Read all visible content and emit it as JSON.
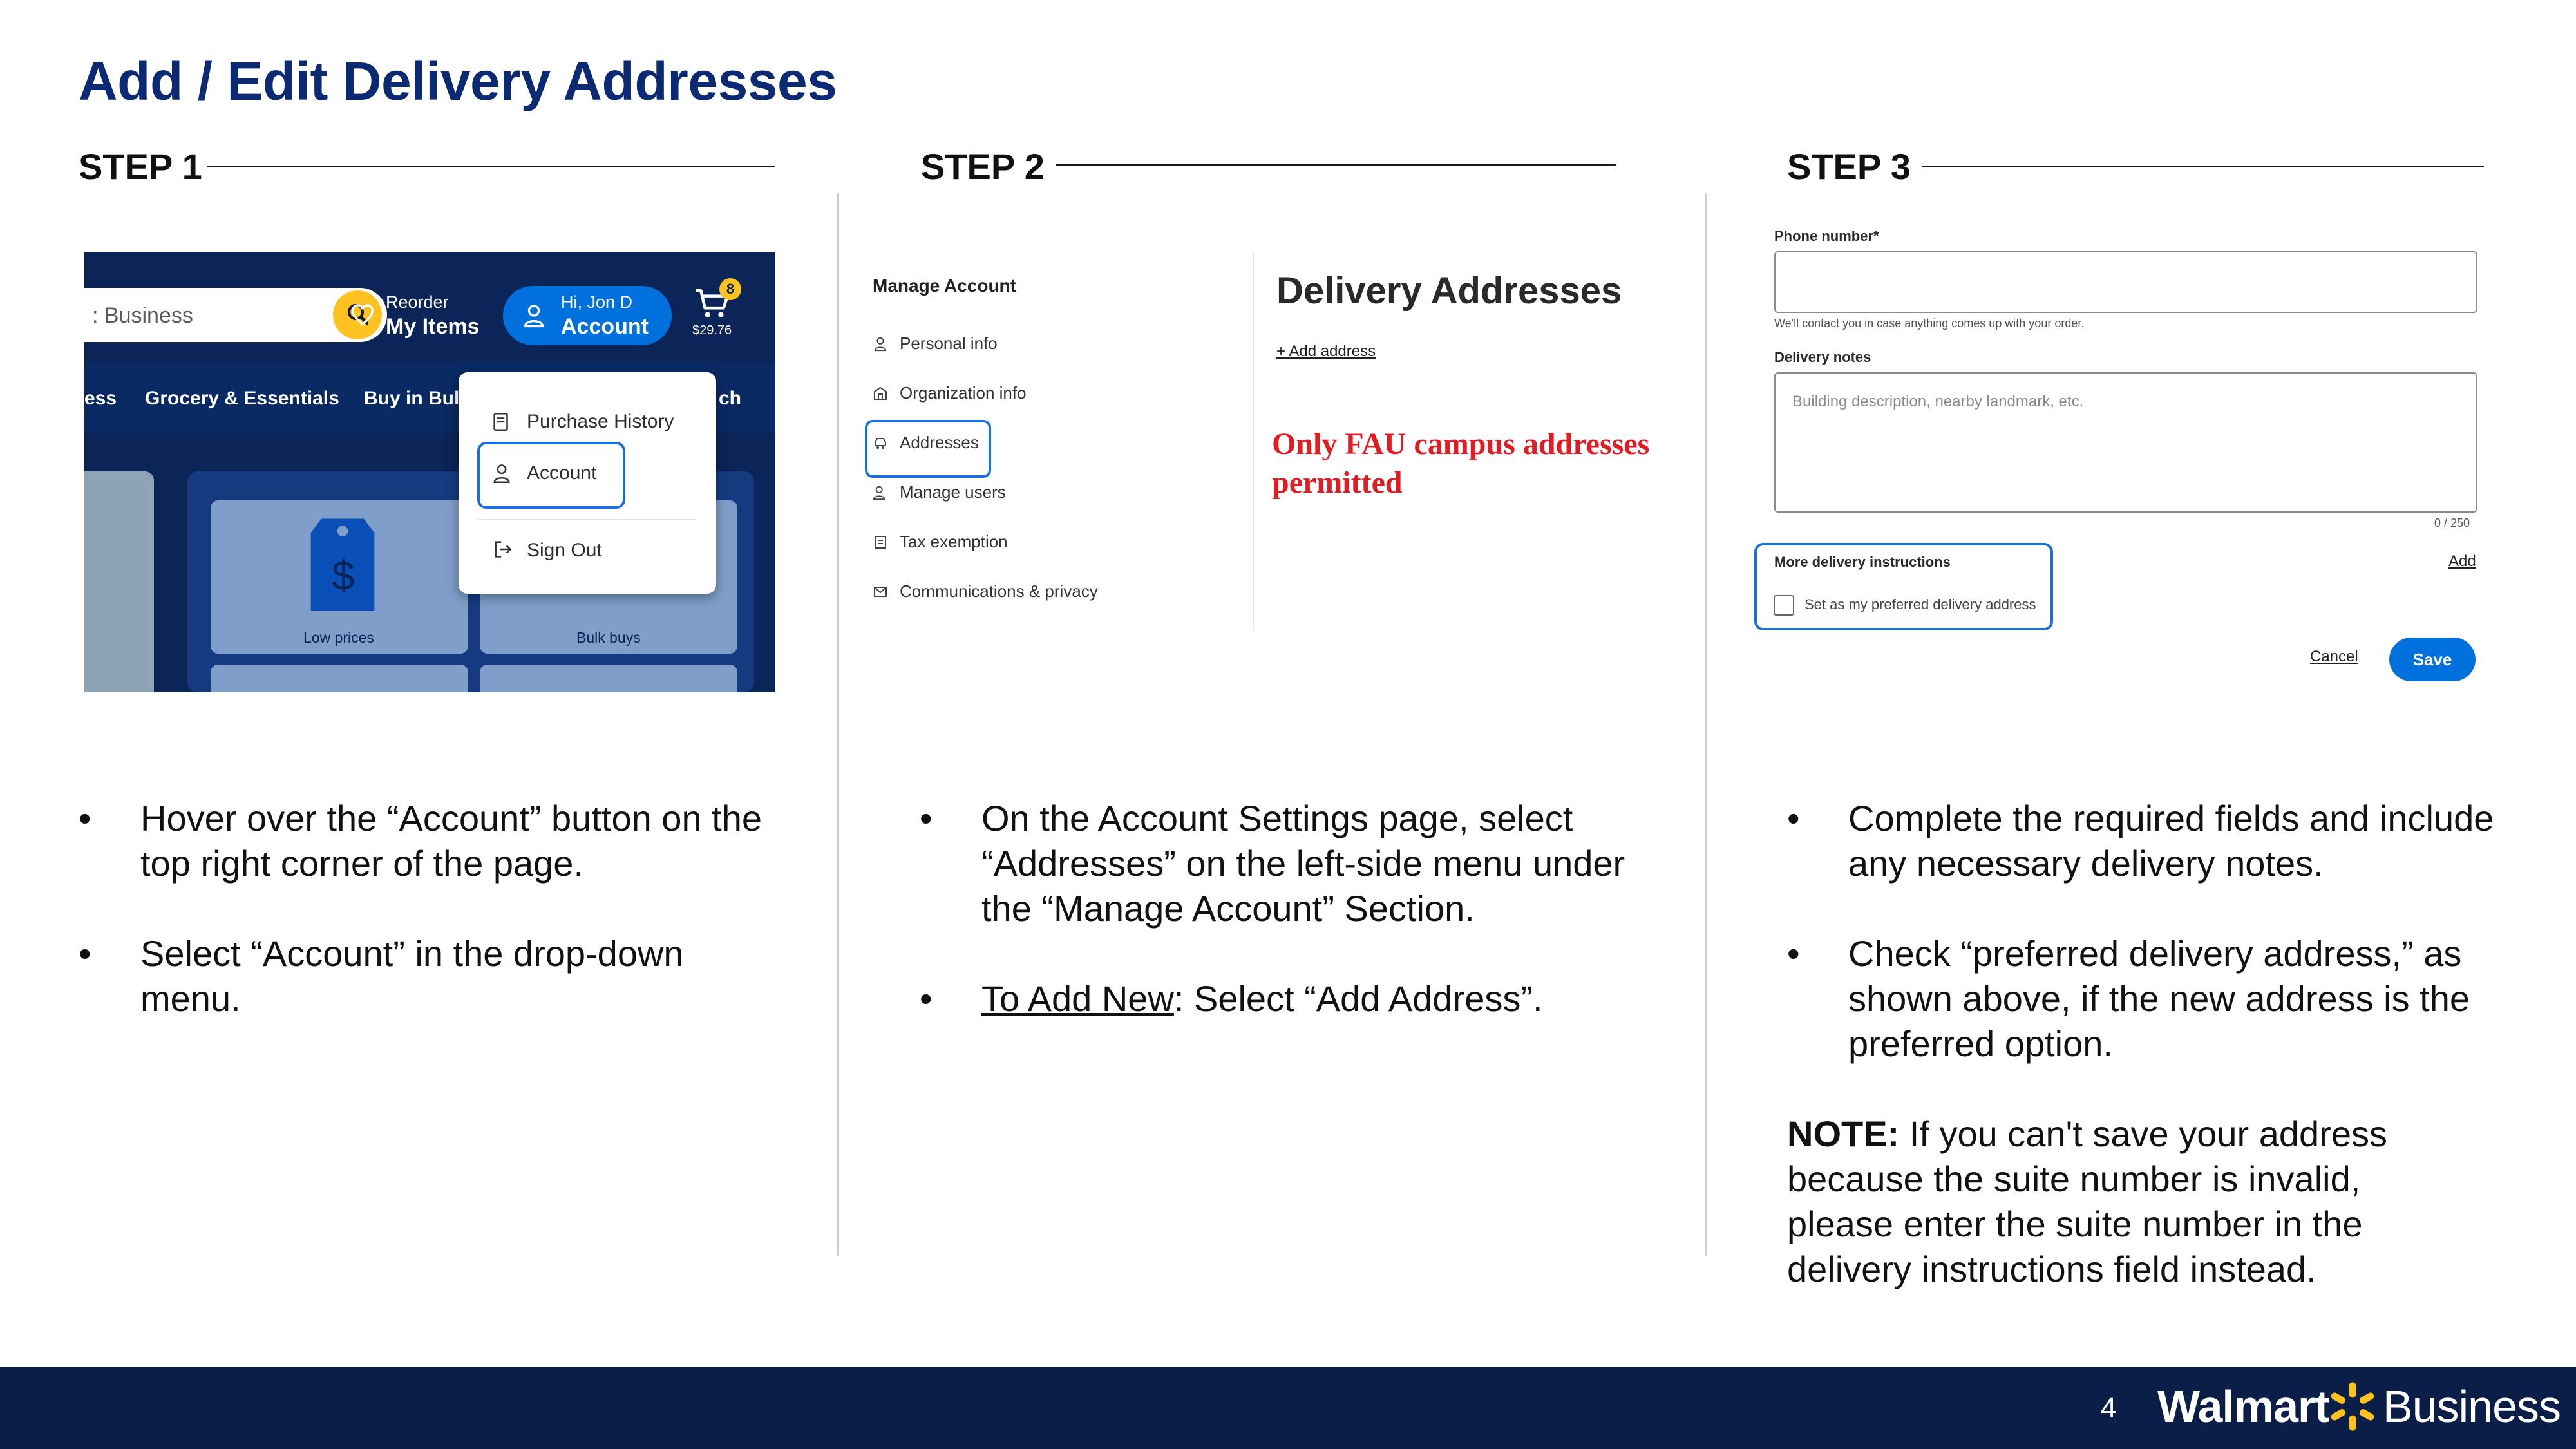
{
  "title": "Add / Edit Delivery Addresses",
  "colors": {
    "navy": "#0b2a73",
    "walmart_blue": "#0071dc",
    "spark": "#ffc220",
    "highlight": "#1a6fe0",
    "note_red": "#e31b23",
    "footer": "#0b1e48"
  },
  "steps": [
    {
      "label": "STEP 1"
    },
    {
      "label": "STEP 2"
    },
    {
      "label": "STEP 3"
    }
  ],
  "step1": {
    "search_text": ": Business",
    "reorder": "Reorder",
    "my_items": "My Items",
    "greeting": "Hi, Jon D",
    "account": "Account",
    "cart_badge": "8",
    "cart_total": "$29.76",
    "nav": {
      "frag1": "ess",
      "grocery": "Grocery & Essentials",
      "bulk": "Buy in Bulk",
      "frag2": "ch"
    },
    "dropdown": {
      "purchase_history": "Purchase History",
      "account": "Account",
      "sign_out": "Sign Out"
    },
    "cards": {
      "low_prices": "Low prices",
      "bulk_buys": "Bulk buys",
      "dollar": "$"
    },
    "bullets": [
      "Hover over the “Account” button on the top right corner of the page.",
      "Select “Account” in the drop-down menu."
    ]
  },
  "step2": {
    "manage_account": "Manage Account",
    "menu": [
      {
        "label": "Personal info",
        "icon": "person-icon"
      },
      {
        "label": "Organization info",
        "icon": "building-icon"
      },
      {
        "label": "Addresses",
        "icon": "car-icon"
      },
      {
        "label": "Manage users",
        "icon": "users-icon"
      },
      {
        "label": "Tax exemption",
        "icon": "document-icon"
      },
      {
        "label": "Communications & privacy",
        "icon": "mail-icon"
      }
    ],
    "delivery_addresses": "Delivery Addresses",
    "add_address": "+ Add address",
    "fau_note": "Only FAU campus addresses permitted",
    "bullet1": "On the Account Settings page, select “Addresses” on the left-side menu under the “Manage Account” Section.",
    "bullet2_link": "To Add New",
    "bullet2_rest": ": Select “Add Address”."
  },
  "step3": {
    "phone_label": "Phone number*",
    "phone_hint": "We'll contact you in case anything comes up with your order.",
    "notes_label": "Delivery notes",
    "notes_placeholder": "Building description, nearby landmark, etc.",
    "counter": "0 / 250",
    "more_instructions": "More delivery instructions",
    "add": "Add",
    "preferred": "Set as my preferred delivery address",
    "cancel": "Cancel",
    "save": "Save",
    "bullets": [
      "Complete the required fields and include any necessary delivery notes.",
      "Check “preferred delivery address,” as shown above, if the new address is the preferred option."
    ],
    "note_label": "NOTE:",
    "note_text": " If you can't save your address because the suite number is invalid, please enter the suite number in the delivery instructions field instead."
  },
  "footer": {
    "page_number": "4",
    "brand_walmart": "Walmart",
    "brand_business": "Business"
  }
}
